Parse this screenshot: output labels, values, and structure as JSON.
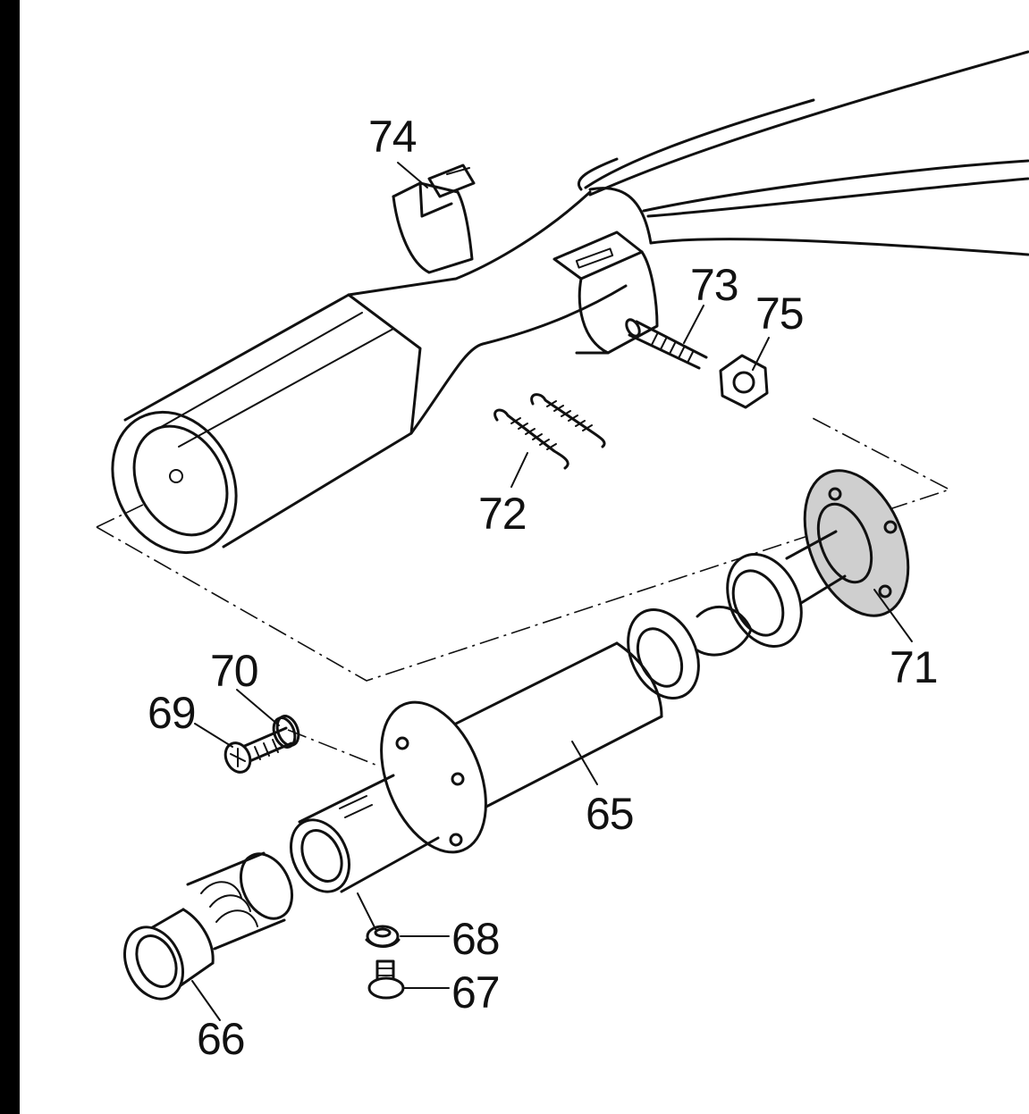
{
  "diagram": {
    "callouts": [
      {
        "id": "74",
        "text": "74"
      },
      {
        "id": "73",
        "text": "73"
      },
      {
        "id": "75",
        "text": "75"
      },
      {
        "id": "72",
        "text": "72"
      },
      {
        "id": "71",
        "text": "71"
      },
      {
        "id": "70",
        "text": "70"
      },
      {
        "id": "69",
        "text": "69"
      },
      {
        "id": "65",
        "text": "65"
      },
      {
        "id": "68",
        "text": "68"
      },
      {
        "id": "67",
        "text": "67"
      },
      {
        "id": "66",
        "text": "66"
      }
    ]
  },
  "colors": {
    "ink": "#111111",
    "paper": "#ffffff",
    "frame": "#000000"
  }
}
